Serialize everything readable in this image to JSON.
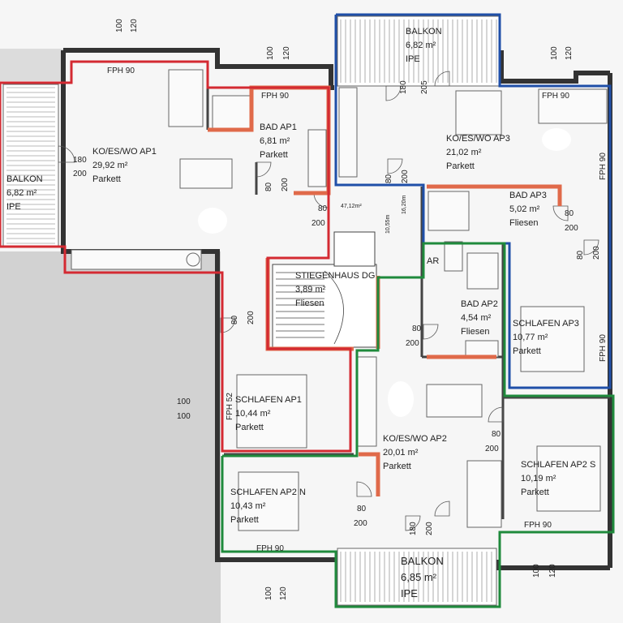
{
  "colors": {
    "ap1": "#d42a32",
    "ap2": "#1f8a3c",
    "ap3": "#1f4fa8",
    "core": "#e06a4a",
    "wall": "#333333",
    "ground": "#cfcfcf"
  },
  "rooms": [
    {
      "id": "balkon-w",
      "name": "BALKON",
      "area": "6,82 m²",
      "floor": "IPE"
    },
    {
      "id": "ap1-kitchen",
      "name": "KO/ES/WO AP1",
      "area": "29,92 m²",
      "floor": "Parkett"
    },
    {
      "id": "ap1-bad",
      "name": "BAD AP1",
      "area": "6,81 m²",
      "floor": "Parkett"
    },
    {
      "id": "balkon-n",
      "name": "BALKON",
      "area": "6,82 m²",
      "floor": "IPE"
    },
    {
      "id": "ap3-kitchen",
      "name": "KO/ES/WO AP3",
      "area": "21,02 m²",
      "floor": "Parkett"
    },
    {
      "id": "ap3-bad",
      "name": "BAD AP3",
      "area": "5,02 m²",
      "floor": "Fliesen"
    },
    {
      "id": "stair",
      "name": "STIEGENHAUS DG",
      "area": "3,89 m²",
      "floor": "Fliesen"
    },
    {
      "id": "ap2-bad",
      "name": "BAD AP2",
      "area": "4,54 m²",
      "floor": "Fliesen"
    },
    {
      "id": "ap3-sleep",
      "name": "SCHLAFEN AP3",
      "area": "10,77 m²",
      "floor": "Parkett"
    },
    {
      "id": "ap1-sleep",
      "name": "SCHLAFEN AP1",
      "area": "10,44 m²",
      "floor": "Parkett"
    },
    {
      "id": "ap2-kitchen",
      "name": "KO/ES/WO AP2",
      "area": "20,01 m²",
      "floor": "Parkett"
    },
    {
      "id": "ap2-sleep-s",
      "name": "SCHLAFEN AP2 S",
      "area": "10,19 m²",
      "floor": "Parkett"
    },
    {
      "id": "ap2-sleep-n",
      "name": "SCHLAFEN AP2 N",
      "area": "10,43 m²",
      "floor": "Parkett"
    },
    {
      "id": "balkon-s",
      "name": "BALKON",
      "area": "6,85 m²",
      "floor": "IPE"
    }
  ],
  "labels": {
    "ar": "AR",
    "fph90": "FPH 90",
    "fph52": "FPH 52",
    "d100": "100",
    "d120": "120",
    "d180": "180",
    "d200": "200",
    "d205": "205",
    "d80": "80",
    "a4712": "47,12m²",
    "a1055": "10,55m",
    "a1620": "16,20m"
  }
}
